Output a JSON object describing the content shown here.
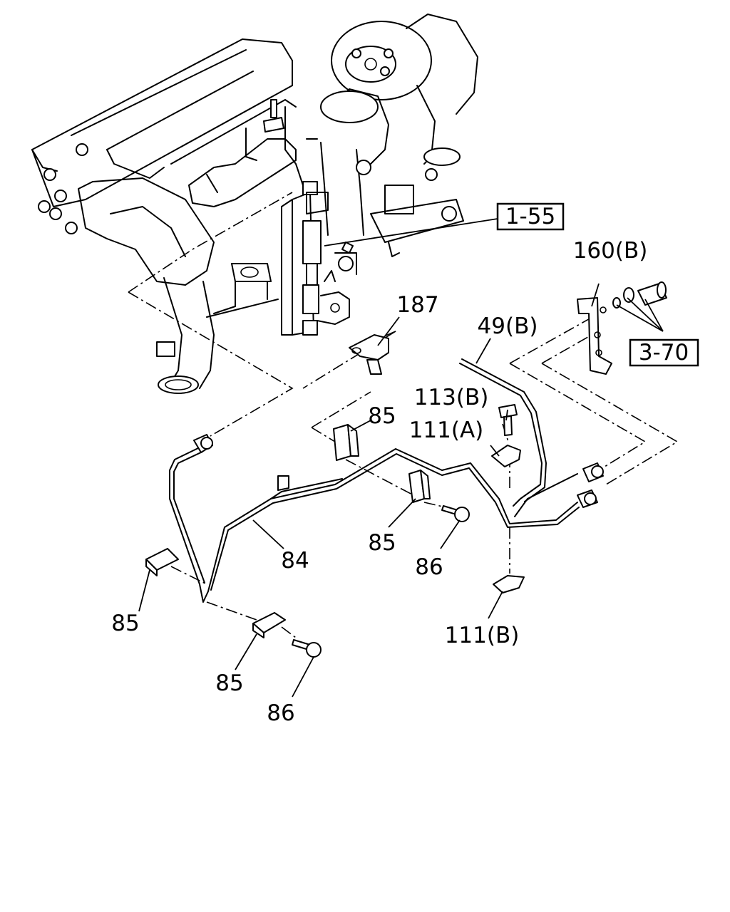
{
  "callouts": {
    "ref_1_55": "1-55",
    "ref_3_70": "3-70",
    "p160b": "160(B)",
    "p187": "187",
    "p49b": "49(B)",
    "p113b": "113(B)",
    "p111a": "111(A)",
    "p85_top": "85",
    "p85_mid": "85",
    "p85_left": "85",
    "p85_bottom": "85",
    "p84": "84",
    "p86_mid": "86",
    "p86_bottom": "86",
    "p111b": "111(B)"
  }
}
